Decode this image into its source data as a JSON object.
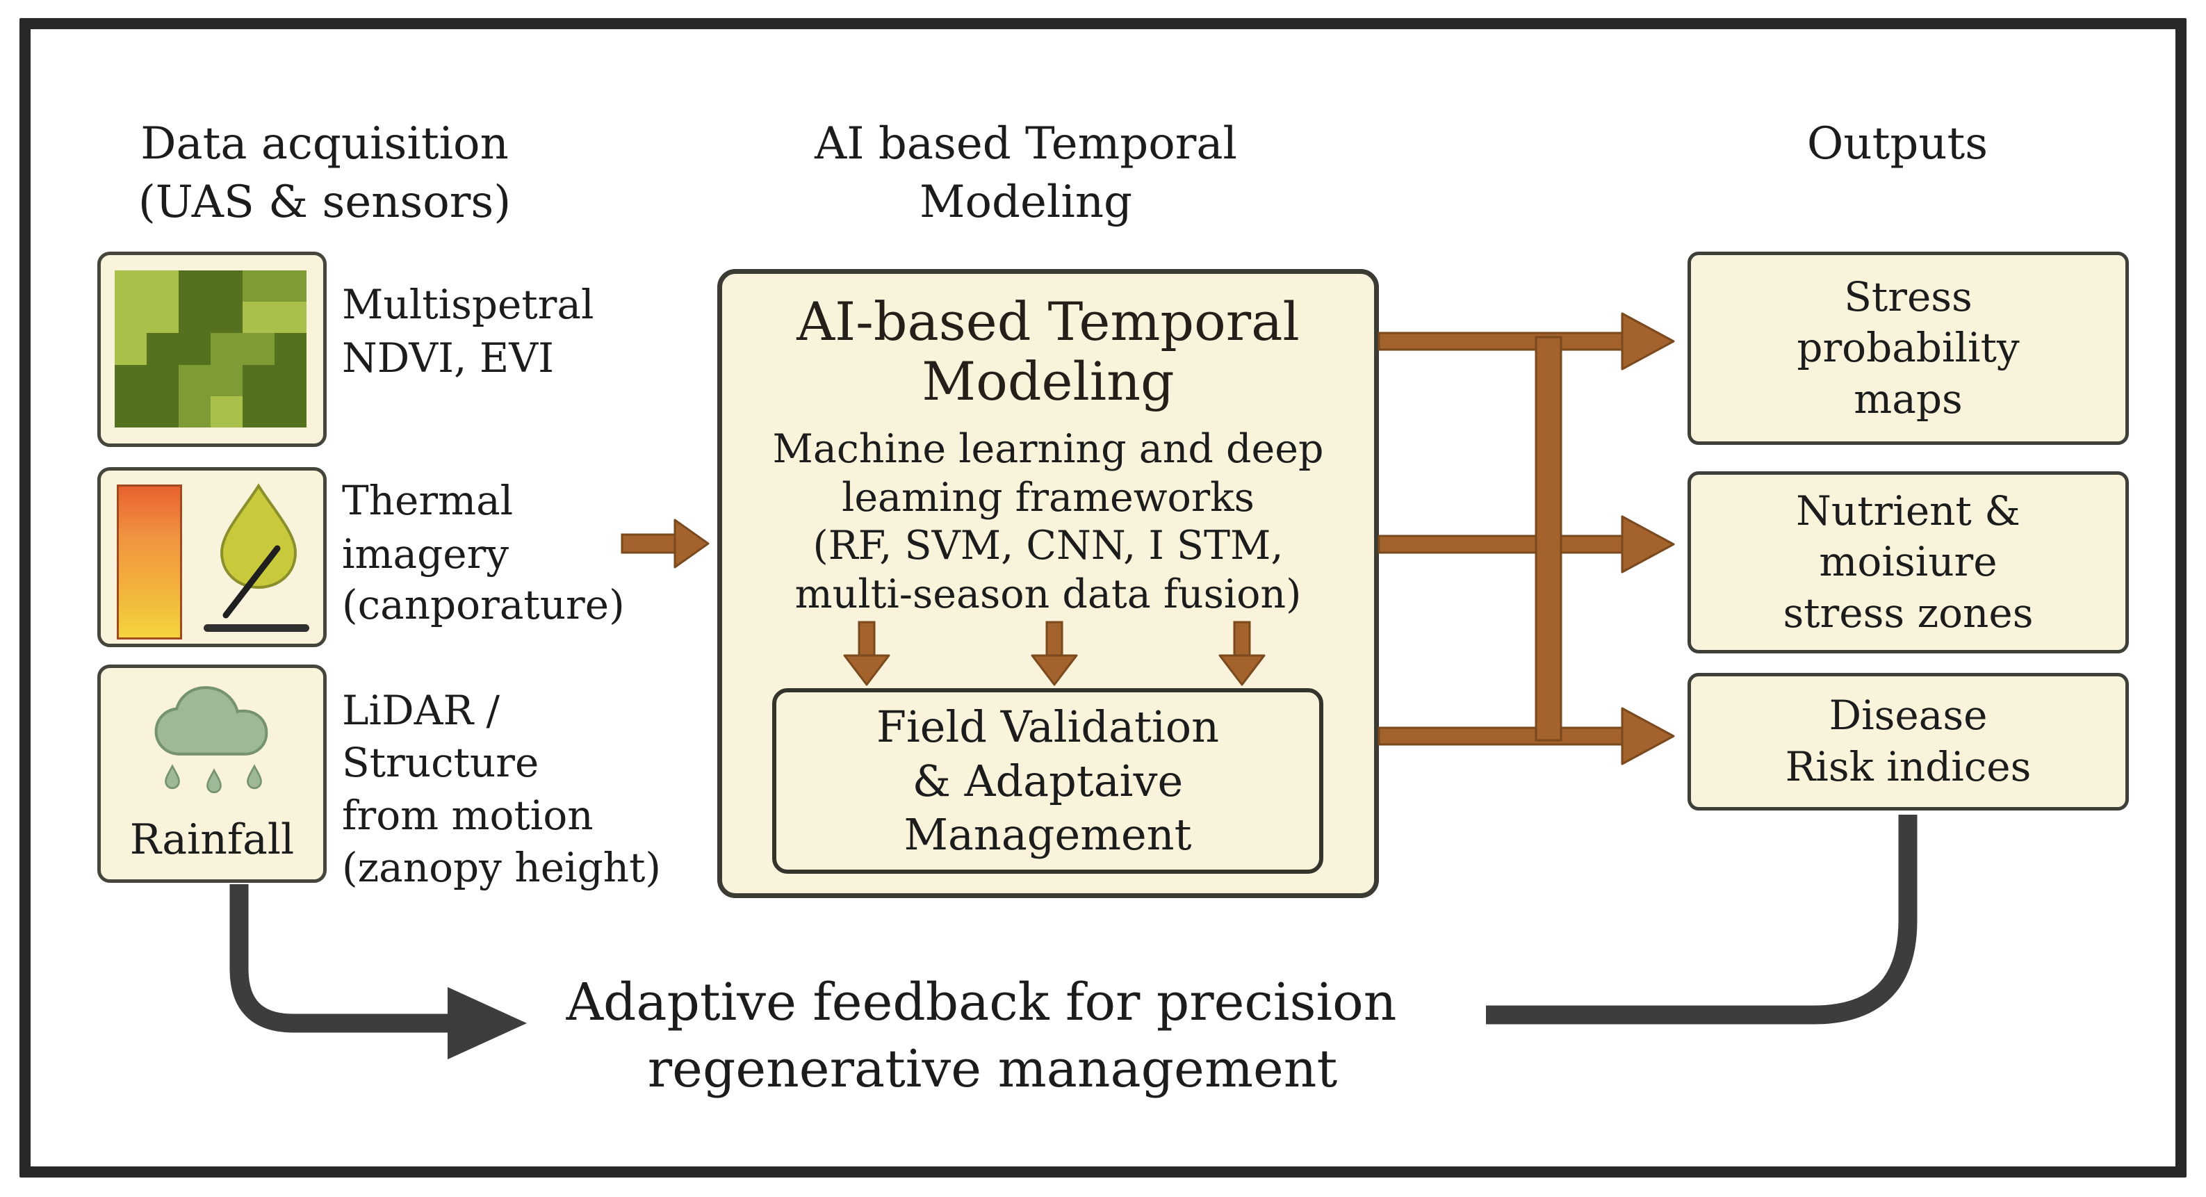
{
  "diagram": {
    "left_header": [
      "Data acquisition",
      "(UAS & sensors)"
    ],
    "center_header": [
      "AI based Temporal",
      "Modeling"
    ],
    "right_header": "Outputs",
    "sensors": [
      {
        "name": "multispectral",
        "label_lines": [
          "Multispetral",
          "NDVI, EVI"
        ]
      },
      {
        "name": "thermal",
        "label_lines": [
          "Thermal",
          "imagery"
        ],
        "label_note": "(canporature)"
      },
      {
        "name": "lidar-rainfall",
        "label_lines": [
          "LiDAR /",
          "Structure",
          "from motion",
          "(zanopy height)"
        ],
        "box_caption": "Rainfall"
      }
    ],
    "model": {
      "title_lines": [
        "AI-based Temporal",
        "Modeling"
      ],
      "body_lines": [
        "Machine learning and deep",
        "leaming frameworks",
        "(RF, SVM, CNN, I STM,",
        "multi-season data fusion)"
      ],
      "validation_lines": [
        "Field Validation",
        "& Adaptaive",
        "Management"
      ]
    },
    "outputs": [
      {
        "lines": [
          "Stress",
          "probability",
          "maps"
        ]
      },
      {
        "lines": [
          "Nutrient &",
          "moisiure",
          "stress zones"
        ]
      },
      {
        "lines": [
          "Disease",
          "Risk indices"
        ]
      }
    ],
    "feedback_lines": [
      "Adaptive feedback for precision",
      "regenerative management"
    ]
  },
  "colors": {
    "cream": "#FAF3DB",
    "box_border": "#45453B",
    "brown": "#A4622C",
    "brown_dark": "#7A4A1E",
    "gray": "#3D3D3D",
    "text": "#1C1C1C",
    "frame": "#282828",
    "leaf": "#C9CA3B",
    "leaf_stroke": "#8A8F2C",
    "cloud": "#9FB897",
    "cloud_stroke": "#76936F",
    "bar_outline": "#A04A20",
    "ink": "#2F2F2F"
  },
  "icons": {
    "mosaic": {
      "pattern": [
        "LLDDMM",
        "LLDDLL",
        "LDDMMD",
        "DDMMDD",
        "DDMLDD"
      ],
      "palette": {
        "L": "#A9C04A",
        "M": "#7E9B35",
        "D": "#53711F"
      }
    },
    "thermal_stops": [
      "#E8622F",
      "#F09440",
      "#F2B13C",
      "#F3D43E"
    ]
  }
}
